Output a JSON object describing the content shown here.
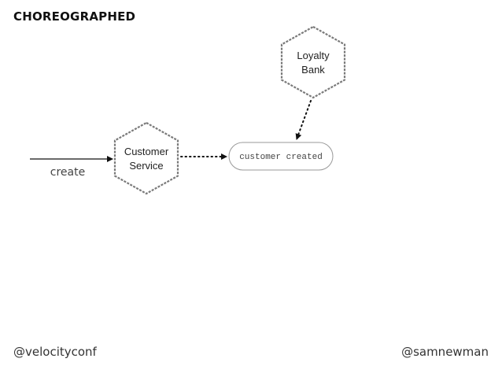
{
  "title": "CHOREOGRAPHED",
  "nodes": {
    "customer_service": {
      "line1": "Customer",
      "line2": "Service"
    },
    "loyalty_bank": {
      "line1": "Loyalty",
      "line2": "Bank"
    }
  },
  "event": {
    "label": "customer created"
  },
  "input": {
    "label": "create"
  },
  "footer": {
    "left": "@velocityconf",
    "right": "@samnewman"
  },
  "colors": {
    "hex_stroke": "#7a7a7a",
    "hex_fill": "#ffffff",
    "arrow": "#111111"
  }
}
